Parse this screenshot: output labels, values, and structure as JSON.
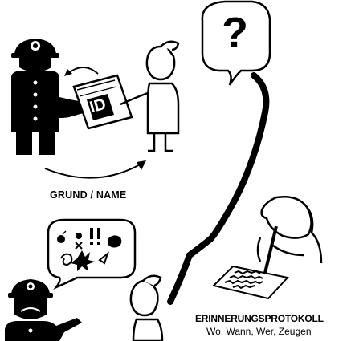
{
  "labels": {
    "grund_name": "GRUND / NAME",
    "protokoll_title": "ERINNERUNGSPROTOKOLL",
    "protokoll_sub": "Wo, Wann, Wer, Zeugen"
  },
  "card": {
    "text": "ID"
  },
  "bubble": {
    "mark": "?"
  },
  "colors": {
    "ink": "#000000",
    "paper": "#ffffff"
  }
}
